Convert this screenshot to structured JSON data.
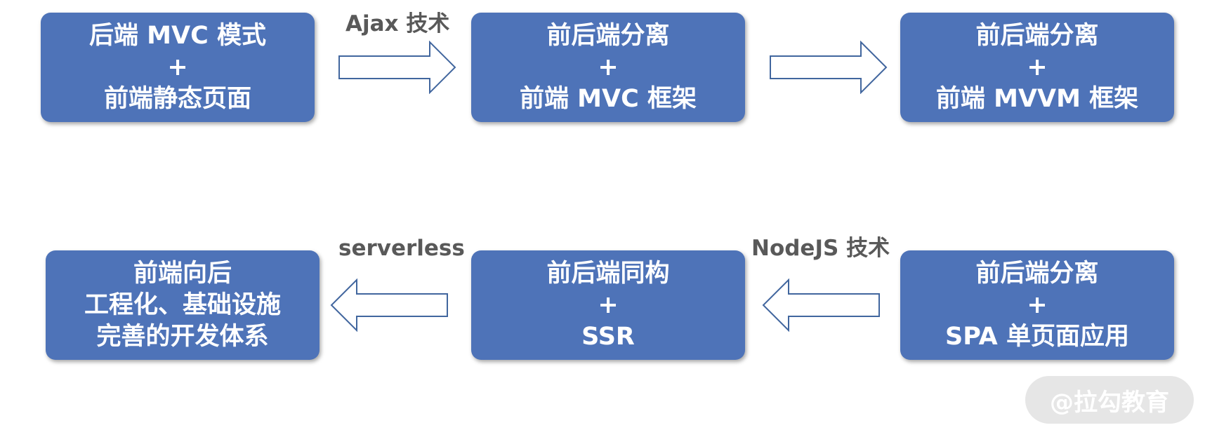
{
  "nodes": {
    "backend_mvc": {
      "lines": [
        "后端 MVC 模式",
        "+",
        "前端静态页面"
      ]
    },
    "split_mvc": {
      "lines": [
        "前后端分离",
        "+",
        "前端 MVC 框架"
      ]
    },
    "split_mvvm": {
      "lines": [
        "前后端分离",
        "+",
        "前端 MVVM 框架"
      ]
    },
    "split_spa": {
      "lines": [
        "前后端分离",
        "+",
        "SPA 单页面应用"
      ]
    },
    "isomorphic_ssr": {
      "lines": [
        "前后端同构",
        "+",
        "SSR"
      ]
    },
    "frontend_backward": {
      "lines": [
        "前端向后",
        "工程化、基础设施",
        "完善的开发体系"
      ]
    }
  },
  "edges": {
    "ajax": "Ajax 技术",
    "nodejs": "NodeJS 技术",
    "serverless": "serverless"
  },
  "watermark": "@拉勾教育",
  "colors": {
    "node_fill": "#4e73b8",
    "arrow_stroke": "#41669e",
    "label_text": "#595959"
  }
}
